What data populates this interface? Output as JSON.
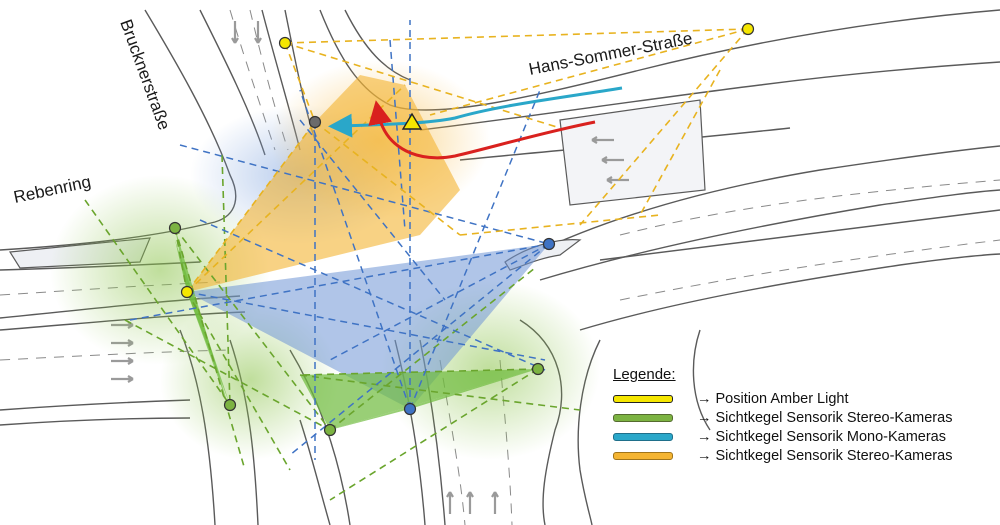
{
  "streets": {
    "bruckner": "Brucknerstraße",
    "hans_sommer": "Hans-Sommer-Straße",
    "rebenring": "Rebenring"
  },
  "legend": {
    "title": "Legende:",
    "arrow": "→",
    "items": [
      {
        "label": "Position Amber Light",
        "color": "#f5e600"
      },
      {
        "label": "Sichtkegel Sensorik Stereo-Kameras",
        "color": "#7cb342"
      },
      {
        "label": "Sichtkegel Sensorik Mono-Kameras",
        "color": "#2aa7c9"
      },
      {
        "label": "Sichtkegel Sensorik Stereo-Kameras",
        "color": "#f4b432"
      }
    ]
  },
  "colors": {
    "sensor_yellow": "#f5e600",
    "sensor_green": "#7cb342",
    "sensor_blue": "#3f73c4",
    "sensor_gray": "#6b6b6b",
    "cone_orange": "#f4b432",
    "cone_blue": "#6f95d6",
    "cone_green": "#6dbb3c",
    "path_red": "#d9211e",
    "path_cyan": "#2aa7c9",
    "road_line": "#5a5a5a"
  },
  "icons": [
    "warning-triangle-icon",
    "lane-arrow-icon"
  ]
}
